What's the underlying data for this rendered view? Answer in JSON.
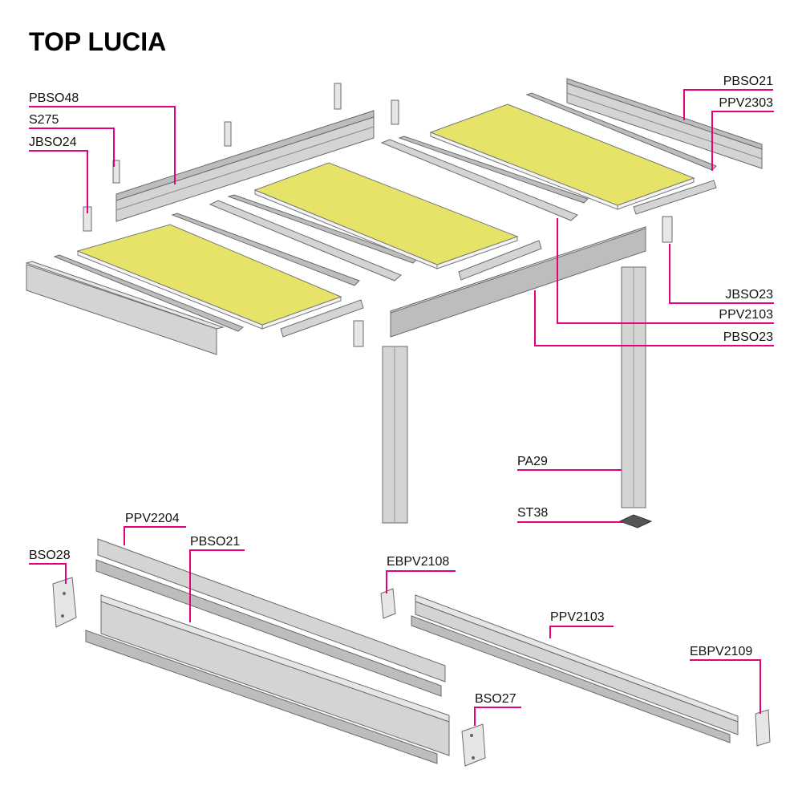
{
  "title": "TOP LUCIA",
  "labels": {
    "pbso48": "PBSO48",
    "s275": "S275",
    "jbso24": "JBSO24",
    "pbso21_top": "PBSO21",
    "ppv2303": "PPV2303",
    "jbso23": "JBSO23",
    "ppv2103_top": "PPV2103",
    "pbso23": "PBSO23",
    "pa29": "PA29",
    "st38": "ST38",
    "bso28": "BSO28",
    "ppv2204": "PPV2204",
    "pbso21_bottom": "PBSO21",
    "ebpv2108": "EBPV2108",
    "ppv2103_bottom": "PPV2103",
    "ebpv2109": "EBPV2109",
    "bso27": "BSO27"
  },
  "colors": {
    "leader": "#e6007e",
    "panel": "#e6e468",
    "aluminium": "#d4d4d4"
  }
}
